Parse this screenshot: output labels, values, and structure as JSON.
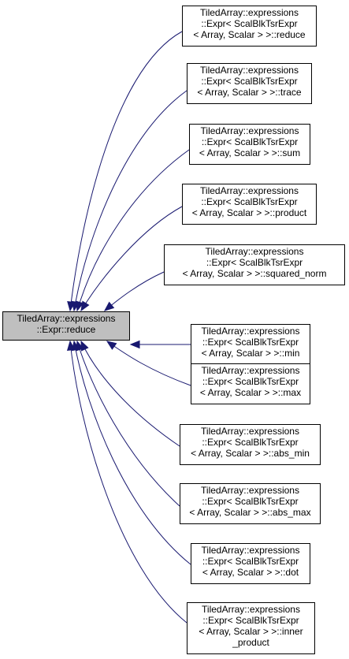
{
  "graph": {
    "root": {
      "lines": [
        "TiledArray::expressions",
        "::Expr::reduce"
      ]
    },
    "callers": [
      {
        "lines": [
          "TiledArray::expressions",
          "::Expr< ScalBlkTsrExpr",
          "< Array, Scalar > >::reduce"
        ]
      },
      {
        "lines": [
          "TiledArray::expressions",
          "::Expr< ScalBlkTsrExpr",
          "< Array, Scalar > >::trace"
        ]
      },
      {
        "lines": [
          "TiledArray::expressions",
          "::Expr< ScalBlkTsrExpr",
          "< Array, Scalar > >::sum"
        ]
      },
      {
        "lines": [
          "TiledArray::expressions",
          "::Expr< ScalBlkTsrExpr",
          "< Array, Scalar > >::product"
        ]
      },
      {
        "lines": [
          "TiledArray::expressions",
          "::Expr< ScalBlkTsrExpr",
          "< Array, Scalar > >::squared_norm"
        ]
      },
      {
        "lines": [
          "TiledArray::expressions",
          "::Expr< ScalBlkTsrExpr",
          "< Array, Scalar > >::min"
        ]
      },
      {
        "lines": [
          "TiledArray::expressions",
          "::Expr< ScalBlkTsrExpr",
          "< Array, Scalar > >::max"
        ]
      },
      {
        "lines": [
          "TiledArray::expressions",
          "::Expr< ScalBlkTsrExpr",
          "< Array, Scalar > >::abs_min"
        ]
      },
      {
        "lines": [
          "TiledArray::expressions",
          "::Expr< ScalBlkTsrExpr",
          "< Array, Scalar > >::abs_max"
        ]
      },
      {
        "lines": [
          "TiledArray::expressions",
          "::Expr< ScalBlkTsrExpr",
          "< Array, Scalar > >::dot"
        ]
      },
      {
        "lines": [
          "TiledArray::expressions",
          "::Expr< ScalBlkTsrExpr",
          "< Array, Scalar > >::inner",
          "_product"
        ]
      }
    ],
    "colors": {
      "edge": "#191970",
      "root_fill": "#bfbfbf",
      "node_fill": "#ffffff",
      "border": "#000000"
    }
  }
}
